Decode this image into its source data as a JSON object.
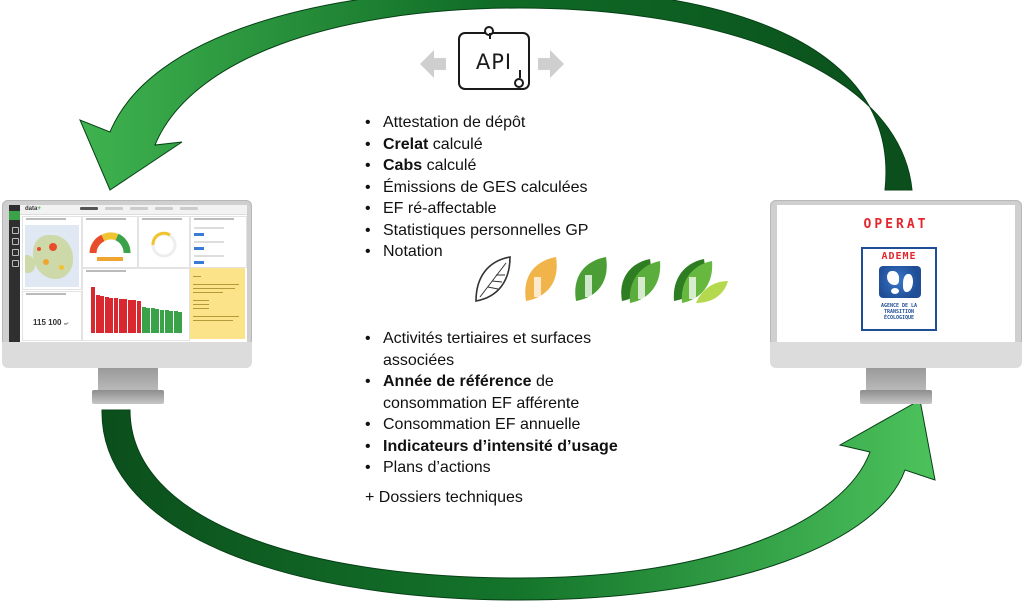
{
  "api": {
    "label": "API"
  },
  "outputs": {
    "items": [
      {
        "bold": "",
        "text": "Attestation de dépôt"
      },
      {
        "bold": "Crelat",
        "text": " calculé"
      },
      {
        "bold": "Cabs",
        "text": " calculé"
      },
      {
        "bold": "",
        "text": "Émissions de GES calculées"
      },
      {
        "bold": "",
        "text": "EF ré-affectable"
      },
      {
        "bold": "",
        "text": "Statistiques personnelles GP"
      },
      {
        "bold": "",
        "text": "Notation"
      }
    ]
  },
  "inputs": {
    "items": [
      {
        "bold": "",
        "text": "Activités tertiaires et surfaces associées"
      },
      {
        "bold": "Année de référence",
        "text": " de consommation EF afférente"
      },
      {
        "bold": "",
        "text": "Consommation EF annuelle"
      },
      {
        "bold": "Indicateurs d’intensité d’usage",
        "text": ""
      },
      {
        "bold": "",
        "text": "Plans d’actions"
      }
    ],
    "extra": "+ Dossiers techniques"
  },
  "left_monitor": {
    "logo": "data",
    "logo_suffix": "+",
    "kpi": "115 100",
    "kpi_unit": "m²"
  },
  "right_monitor": {
    "title": "OPERAT",
    "ademe": {
      "title": "ADEME",
      "subtitle_lines": [
        "AGENCE DE LA",
        "TRANSITION",
        "ÉCOLOGIQUE"
      ]
    }
  },
  "notation_icons": [
    "leaf-outline-icon",
    "leaf-orange-icon",
    "leaf-green-icon",
    "leaf-double-green-icon",
    "leaf-triple-green-icon"
  ],
  "colors": {
    "arrow_green_dark": "#0d5a1f",
    "arrow_green_light": "#3fb34f",
    "operat_red": "#e4262c",
    "ademe_blue": "#1f4e96",
    "leaf_orange": "#f0b44a",
    "leaf_green": "#4a9e35"
  }
}
